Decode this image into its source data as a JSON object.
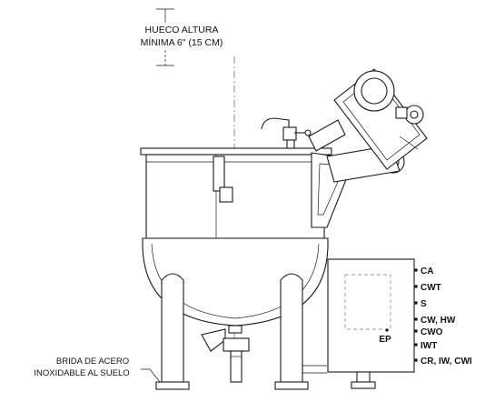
{
  "labels": {
    "clearance_line1": "HUECO ALTURA",
    "clearance_line2": "MÍNIMA 6\" (15 CM)",
    "flange_line1": "BRIDA DE ACERO",
    "flange_line2": "INOXIDABLE AL SUELO",
    "ep": "EP"
  },
  "connections": [
    "CA",
    "CWT",
    "S",
    "CW, HW",
    "CWO",
    "IWT",
    "CR, IW, CWI"
  ],
  "colors": {
    "line": "#1a1a1a",
    "background": "#ffffff"
  }
}
